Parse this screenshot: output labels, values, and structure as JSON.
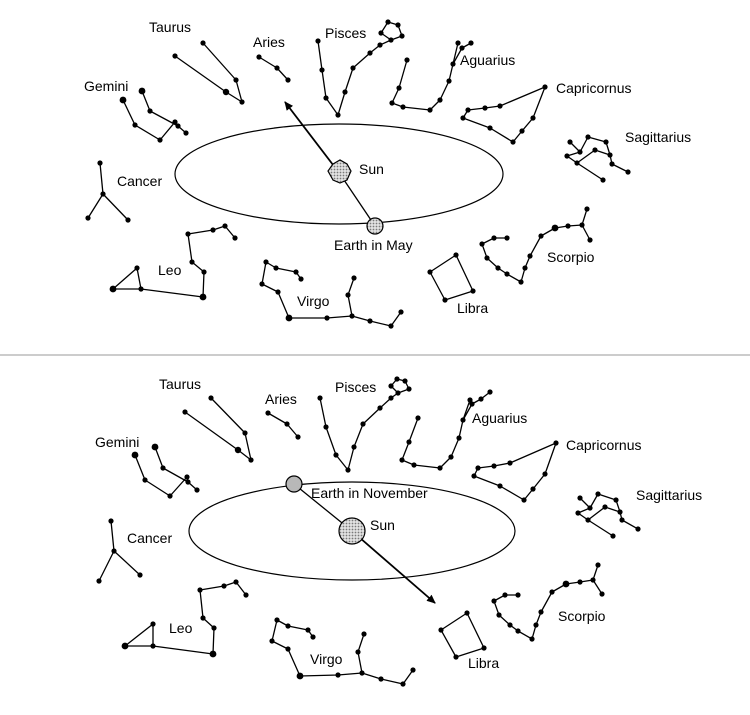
{
  "panels": [
    {
      "sun_label": "Sun",
      "earth_label": "Earth in May",
      "constellations": [
        "Taurus",
        "Aries",
        "Pisces",
        "Aguarius",
        "Gemini",
        "Capricornus",
        "Sagittarius",
        "Cancer",
        "Leo",
        "Virgo",
        "Libra",
        "Scorpio"
      ]
    },
    {
      "sun_label": "Sun",
      "earth_label": "Earth in November",
      "constellations": [
        "Taurus",
        "Aries",
        "Pisces",
        "Aguarius",
        "Gemini",
        "Capricornus",
        "Sagittarius",
        "Cancer",
        "Leo",
        "Virgo",
        "Libra",
        "Scorpio"
      ]
    }
  ]
}
